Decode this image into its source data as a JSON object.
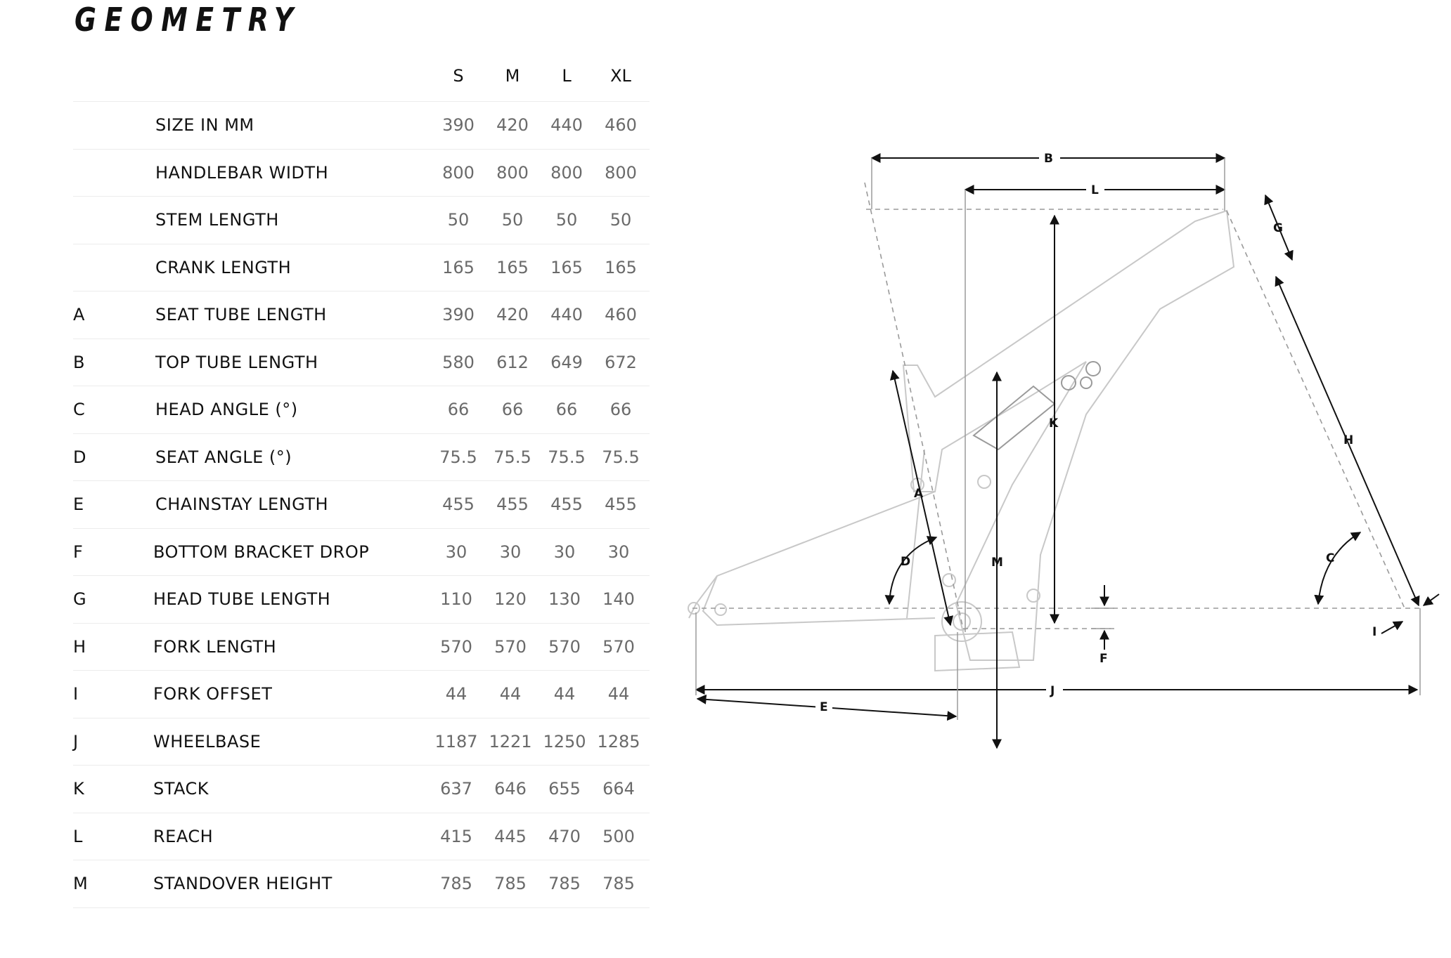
{
  "title": "GEOMETRY",
  "sizes": [
    "S",
    "M",
    "L",
    "XL"
  ],
  "rows": [
    {
      "code": "",
      "label": "SIZE IN MM",
      "values": [
        "390",
        "420",
        "440",
        "460"
      ]
    },
    {
      "code": "",
      "label": "HANDLEBAR WIDTH",
      "values": [
        "800",
        "800",
        "800",
        "800"
      ]
    },
    {
      "code": "",
      "label": "STEM LENGTH",
      "values": [
        "50",
        "50",
        "50",
        "50"
      ]
    },
    {
      "code": "",
      "label": "CRANK LENGTH",
      "values": [
        "165",
        "165",
        "165",
        "165"
      ]
    },
    {
      "code": "A",
      "label": "SEAT TUBE LENGTH",
      "values": [
        "390",
        "420",
        "440",
        "460"
      ]
    },
    {
      "code": "B",
      "label": "TOP TUBE LENGTH",
      "values": [
        "580",
        "612",
        "649",
        "672"
      ]
    },
    {
      "code": "C",
      "label": "HEAD ANGLE (°)",
      "values": [
        "66",
        "66",
        "66",
        "66"
      ]
    },
    {
      "code": "D",
      "label": "SEAT ANGLE (°)",
      "values": [
        "75.5",
        "75.5",
        "75.5",
        "75.5"
      ]
    },
    {
      "code": "E",
      "label": "CHAINSTAY LENGTH",
      "values": [
        "455",
        "455",
        "455",
        "455"
      ]
    },
    {
      "code": "F",
      "label": "BOTTOM BRACKET DROP",
      "values": [
        "30",
        "30",
        "30",
        "30"
      ]
    },
    {
      "code": "G",
      "label": "HEAD TUBE LENGTH",
      "values": [
        "110",
        "120",
        "130",
        "140"
      ]
    },
    {
      "code": "H",
      "label": "FORK LENGTH",
      "values": [
        "570",
        "570",
        "570",
        "570"
      ]
    },
    {
      "code": "I",
      "label": "FORK OFFSET",
      "values": [
        "44",
        "44",
        "44",
        "44"
      ]
    },
    {
      "code": "J",
      "label": "WHEELBASE",
      "values": [
        "1187",
        "1221",
        "1250",
        "1285"
      ]
    },
    {
      "code": "K",
      "label": "STACK",
      "values": [
        "637",
        "646",
        "655",
        "664"
      ]
    },
    {
      "code": "L",
      "label": "REACH",
      "values": [
        "415",
        "445",
        "470",
        "500"
      ]
    },
    {
      "code": "M",
      "label": "STANDOVER HEIGHT",
      "values": [
        "785",
        "785",
        "785",
        "785"
      ]
    }
  ],
  "diagram_labels": {
    "A": "A",
    "B": "B",
    "C": "C",
    "D": "D",
    "E": "E",
    "F": "F",
    "G": "G",
    "H": "H",
    "I": "I",
    "J": "J",
    "K": "K",
    "L": "L",
    "M": "M"
  }
}
